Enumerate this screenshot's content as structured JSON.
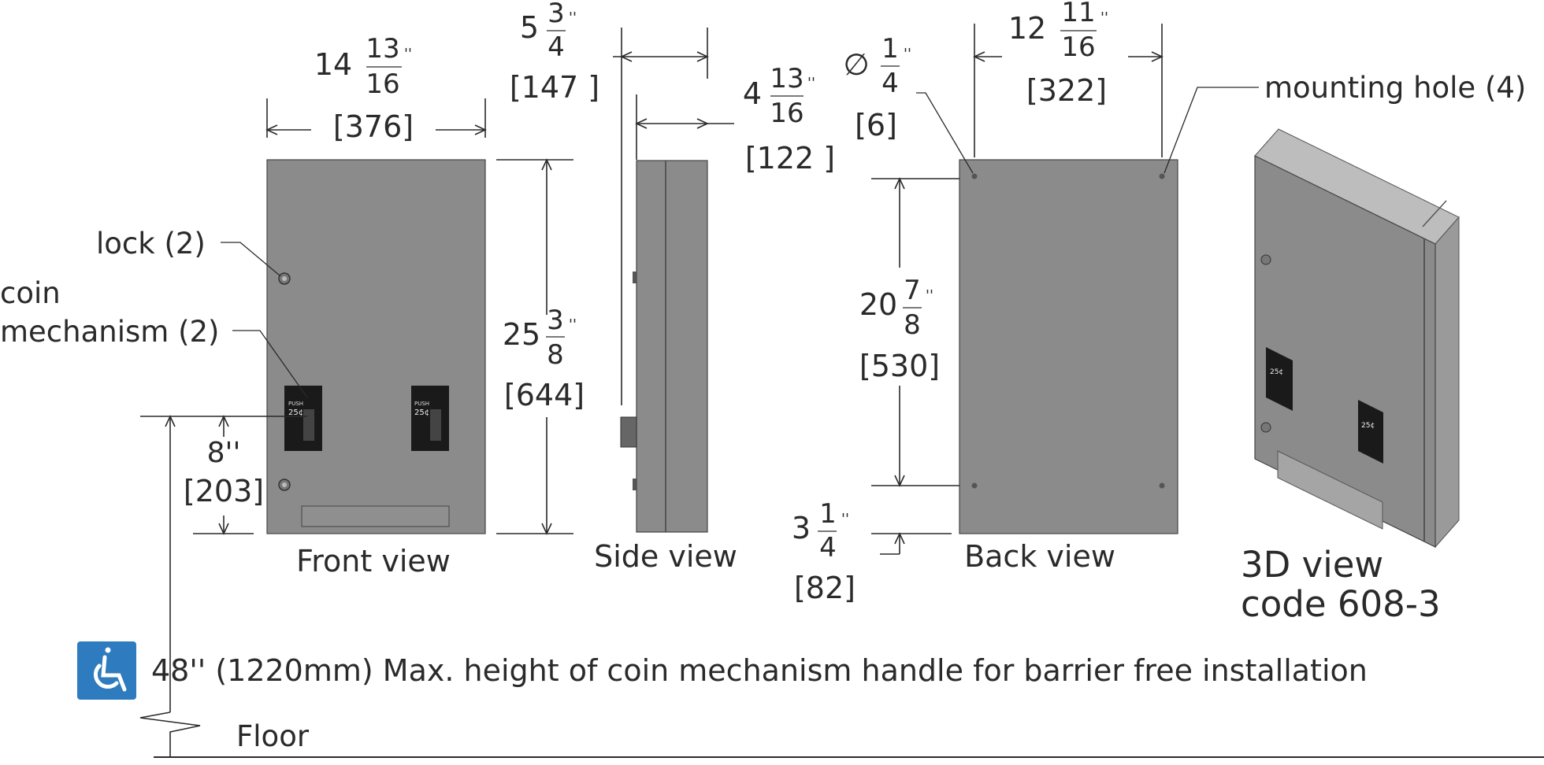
{
  "units_suffix": "''",
  "front": {
    "width_whole": "14",
    "width_num": "13",
    "width_den": "16",
    "width_mm": "[376]",
    "height_whole": "25",
    "height_num": "3",
    "height_den": "8",
    "height_mm": "[644]",
    "coin_height_in": "8''",
    "coin_height_mm": "[203]",
    "label_lock": "lock (2)",
    "label_coin_line1": "coin",
    "label_coin_line2": "mechanism (2)",
    "coin_price": "25¢",
    "coin_tag": "PUSH",
    "caption": "Front view"
  },
  "side": {
    "depth_whole": "5",
    "depth_num": "3",
    "depth_den": "4",
    "depth_mm": "[147 ]",
    "body_whole": "4",
    "body_num": "13",
    "body_den": "16",
    "body_mm": "[122 ]",
    "caption": "Side view"
  },
  "back": {
    "hole_symbol": "∅",
    "hole_num": "1",
    "hole_den": "4",
    "hole_mm": "[6]",
    "span_whole": "12",
    "span_num": "11",
    "span_den": "16",
    "span_mm": "[322]",
    "vert_whole": "20",
    "vert_num": "7",
    "vert_den": "8",
    "vert_mm": "[530]",
    "bottom_whole": "3",
    "bottom_num": "1",
    "bottom_den": "4",
    "bottom_mm": "[82]",
    "label_mounting": "mounting hole (4)",
    "caption": "Back view"
  },
  "view3d": {
    "caption_line1": "3D view",
    "caption_line2": "code 608-3"
  },
  "footer": {
    "accessibility_icon": "wheelchair-icon",
    "accessibility_color": "#2f7bbf",
    "note": "48'' (1220mm) Max. height of coin mechanism handle for barrier free installation",
    "floor_label": "Floor"
  }
}
